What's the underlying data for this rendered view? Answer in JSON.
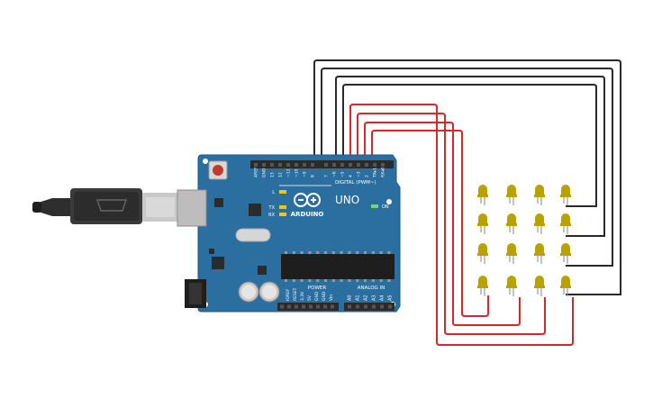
{
  "board": {
    "brand": "ARDUINO",
    "model": "UNO",
    "digital_label": "DIGITAL (PWM~)",
    "power_label": "POWER",
    "analog_label": "ANALOG IN",
    "on_label": "ON",
    "led_l_label": "L",
    "tx_label": "TX",
    "rx_label": "RX",
    "digital_pins": [
      "AREF",
      "GND",
      "13",
      "12",
      "~11",
      "~10",
      "~9",
      "8",
      "7",
      "~6",
      "~5",
      "4",
      "~3",
      "2",
      "TX▸1",
      "RX◂0"
    ],
    "power_pins": [
      "IOREF",
      "RESET",
      "3.3V",
      "5V",
      "GND",
      "GND",
      "Vin"
    ],
    "analog_pins": [
      "A0",
      "A1",
      "A2",
      "A3",
      "A4",
      "A5"
    ]
  },
  "colors": {
    "board": "#2a6fa0",
    "header": "#2b2b2b",
    "wire_black": "#2a2a2a",
    "wire_red": "#d8262c",
    "led_body": "#b8a200",
    "led_leg": "#9a9a9a",
    "usb": "#3a3a3a"
  },
  "led_matrix": {
    "rows": 4,
    "cols": 4
  }
}
